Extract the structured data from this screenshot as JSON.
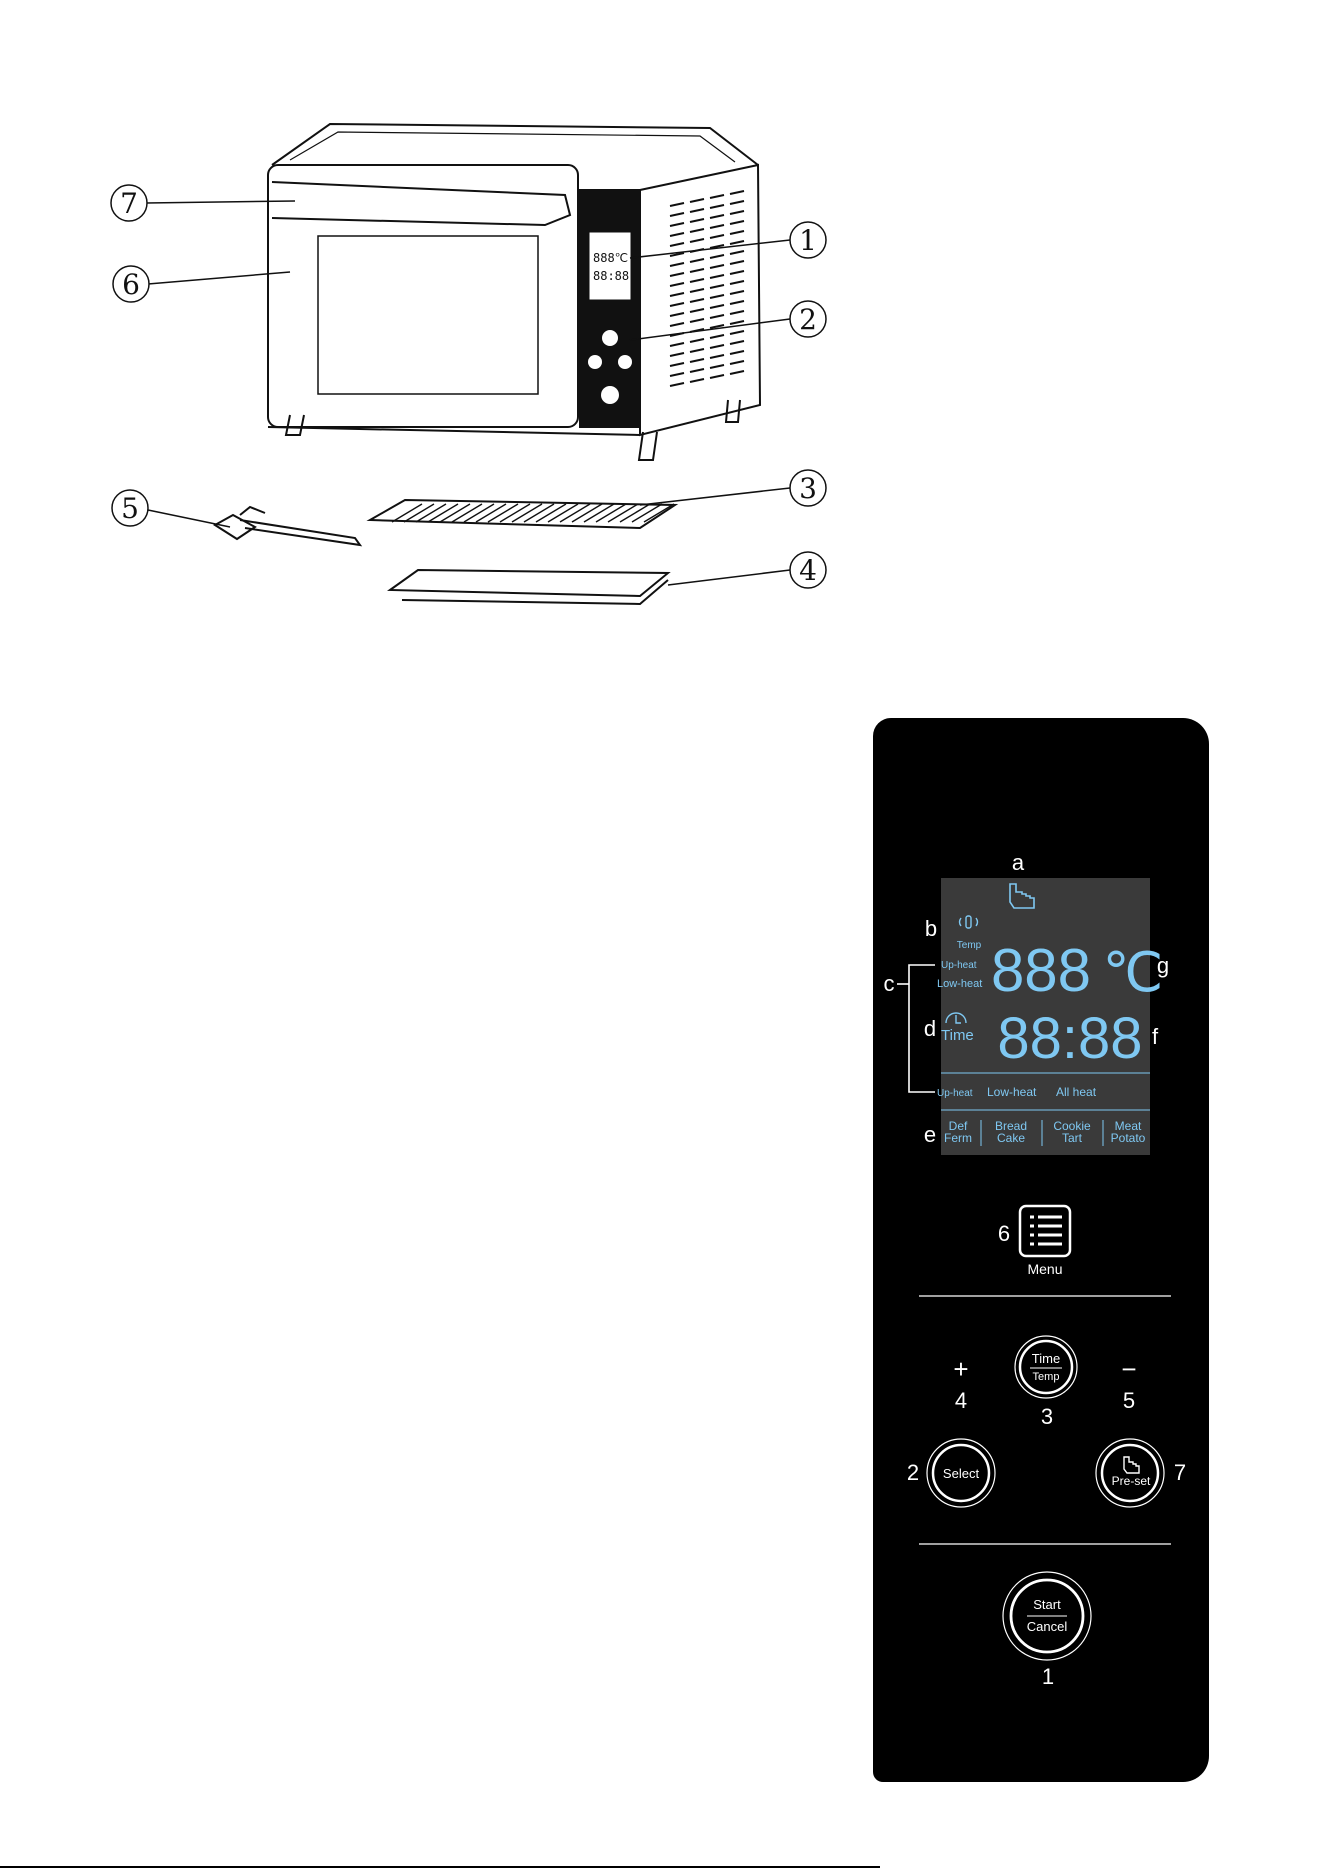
{
  "oven_callouts": [
    "7",
    "6",
    "1",
    "2",
    "3",
    "5",
    "4"
  ],
  "mini_display": {
    "temp": "888℃",
    "time": "88:88"
  },
  "panel": {
    "letters": {
      "a": "a",
      "b": "b",
      "c": "c",
      "d": "d",
      "e": "e",
      "f": "f",
      "g": "g"
    },
    "lcd": {
      "temp_label": "Temp",
      "up_heat": "Up-heat",
      "low_heat": "Low-heat",
      "time_label": "Time",
      "temp_digits": "888",
      "temp_unit": "℃",
      "time_digits": "88:88",
      "modes": [
        "Up-heat",
        "Low-heat",
        "All heat"
      ],
      "programs": [
        [
          "Def",
          "Ferm"
        ],
        [
          "Bread",
          "Cake"
        ],
        [
          "Cookie",
          "Tart"
        ],
        [
          "Meat",
          "Potato"
        ]
      ]
    },
    "menu": {
      "num": "6",
      "label": "Menu"
    },
    "time_temp": {
      "top": "Time",
      "bottom": "Temp",
      "num": "3"
    },
    "plus": {
      "sign": "+",
      "num": "4"
    },
    "minus": {
      "sign": "−",
      "num": "5"
    },
    "select": {
      "label": "Select",
      "num": "2"
    },
    "preset": {
      "label": "Pre-set",
      "num": "7"
    },
    "start_cancel": {
      "top": "Start",
      "bottom": "Cancel",
      "num": "1"
    }
  },
  "colors": {
    "lcd_text": "#7fc8f2",
    "panel_bg": "#000000",
    "lcd_bg": "#3a3a3a"
  }
}
